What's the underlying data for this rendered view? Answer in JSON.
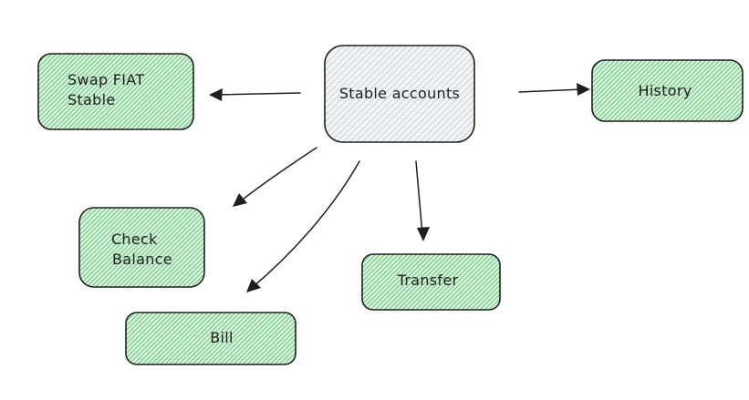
{
  "colors": {
    "accent_fill": "#b2f2bb",
    "center_fill": "#f1f3f5",
    "stroke": "#1e1e1e",
    "hatch": "#40a05a"
  },
  "nodes": [
    {
      "id": "stable-accounts",
      "lines": [
        "Stable accounts"
      ],
      "style": "center"
    },
    {
      "id": "swap-fiat-stable",
      "lines": [
        "Swap FIAT",
        "Stable"
      ],
      "style": "accent"
    },
    {
      "id": "history",
      "lines": [
        "History"
      ],
      "style": "accent"
    },
    {
      "id": "check-balance",
      "lines": [
        "Check",
        "Balance"
      ],
      "style": "accent"
    },
    {
      "id": "transfer",
      "lines": [
        "Transfer"
      ],
      "style": "accent"
    },
    {
      "id": "bill",
      "lines": [
        "Bill"
      ],
      "style": "accent"
    }
  ],
  "edges": [
    {
      "from": "stable-accounts",
      "to": "swap-fiat-stable"
    },
    {
      "from": "stable-accounts",
      "to": "history"
    },
    {
      "from": "stable-accounts",
      "to": "check-balance"
    },
    {
      "from": "stable-accounts",
      "to": "bill"
    },
    {
      "from": "stable-accounts",
      "to": "transfer"
    }
  ]
}
